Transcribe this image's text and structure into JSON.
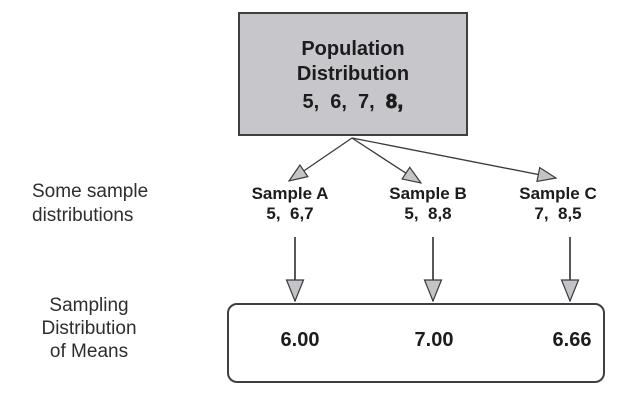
{
  "colors": {
    "box_fill": "#c7c7cb",
    "box_border": "#3f3f41",
    "arrow_fill": "#c4c4c8",
    "line_color": "#3a3a3c"
  },
  "population": {
    "title": "Population\nDistribution",
    "values_prefix": "5,  6,  7,  ",
    "values_last": "8,"
  },
  "labels": {
    "samples_row": "Some sample\ndistributions",
    "means_row": "Sampling\nDistribution\nof Means"
  },
  "samples": [
    {
      "name": "Sample A",
      "values": "5,  6,7",
      "mean": "6.00"
    },
    {
      "name": "Sample B",
      "values": "5,  8,8",
      "mean": "7.00"
    },
    {
      "name": "Sample C",
      "values": "7,  8,5",
      "mean": "6.66"
    }
  ]
}
